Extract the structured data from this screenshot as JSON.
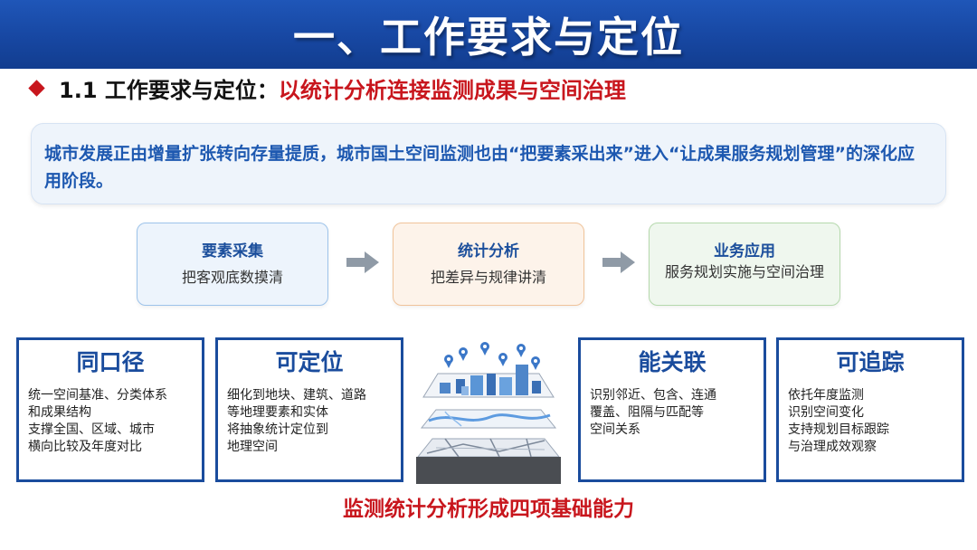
{
  "header": {
    "title": "一、工作要求与定位"
  },
  "subtitle": {
    "prefix": "1.1 工作要求与定位：",
    "highlight": "以统计分析连接监测成果与空间治理"
  },
  "intro": {
    "text": "城市发展正由增量扩张转向存量提质，城市国土空间监测也由“把要素采出来”进入“让成果服务规划管理”的深化应用阶段。"
  },
  "flow": [
    {
      "title": "要素采集",
      "desc": "把客观底数摸清"
    },
    {
      "title": "统计分析",
      "desc": "把差异与规律讲清"
    },
    {
      "title": "业务应用",
      "desc": "服务规划实施与空间治理"
    }
  ],
  "capabilities": [
    {
      "title": "同口径",
      "lines": [
        "统一空间基准、分类体系",
        "和成果结构",
        "支撑全国、区域、城市",
        "横向比较及年度对比"
      ]
    },
    {
      "title": "可定位",
      "lines": [
        "细化到地块、建筑、道路",
        "等地理要素和实体",
        "将抽象统计定位到",
        "地理空间"
      ]
    },
    {
      "title": "能关联",
      "lines": [
        "识别邻近、包含、连通",
        "覆盖、阻隔与匹配等",
        "空间关系"
      ]
    },
    {
      "title": "可追踪",
      "lines": [
        "依托年度监测",
        "识别空间变化",
        "支持规划目标跟踪",
        "与治理成效观察"
      ]
    }
  ],
  "caption": "监测统计分析形成四项基础能力",
  "colors": {
    "navy": "#1a4c9d",
    "red": "#c8161d",
    "intro_text": "#1d58b0",
    "banner": "#1747a2"
  },
  "icons": {
    "bullet": "red-diamond-icon",
    "flow_arrow": "right-arrow-icon",
    "illustration": "layered-city-map-icon"
  }
}
